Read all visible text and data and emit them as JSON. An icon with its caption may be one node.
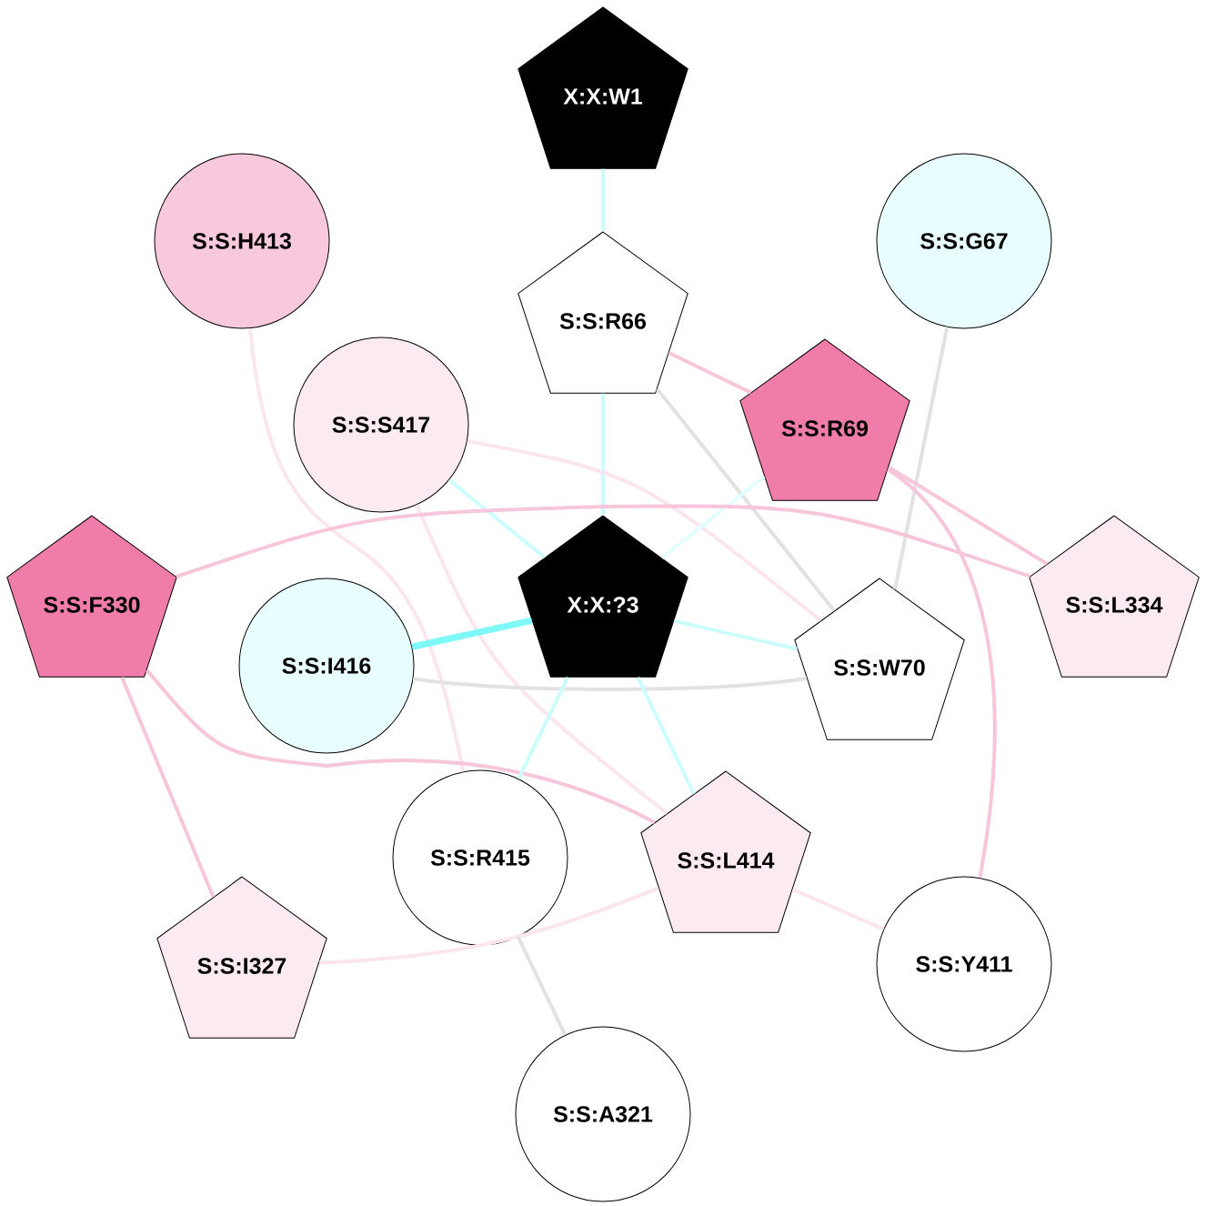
{
  "diagram": {
    "nodes": [
      {
        "text": [
          "X:X:W1"
        ]
      },
      {
        "text": [
          "S:S:H413"
        ]
      },
      {
        "text": [
          "S:S:R66"
        ]
      },
      {
        "text": [
          "S:S:G67"
        ]
      },
      {
        "text": [
          "S:S:S417"
        ]
      },
      {
        "text": [
          "S:S:R69"
        ]
      },
      {
        "text": [
          "S:S:F330"
        ]
      },
      {
        "text": [
          "X:X:?3"
        ]
      },
      {
        "text": [
          "S:S:L334"
        ]
      },
      {
        "text": [
          "S:S:I416"
        ]
      },
      {
        "text": [
          "S:S:W70"
        ]
      },
      {
        "text": [
          "S:S:R415"
        ]
      },
      {
        "text": [
          "S:S:L414"
        ]
      },
      {
        "text": [
          "S:S:I327"
        ]
      },
      {
        "text": [
          "S:S:Y411"
        ]
      },
      {
        "text": [
          "S:S:A321"
        ]
      }
    ],
    "edges": [
      {
        "from": 0,
        "to": 2,
        "arrow": "none",
        "color": "#ccfdfd"
      },
      {
        "from": 2,
        "to": 7,
        "arrow": "none",
        "color": "#ccfdfd"
      },
      {
        "from": 2,
        "to": 5,
        "arrow": "none",
        "color": "#f7c6db"
      },
      {
        "from": 2,
        "to": 10,
        "arrow": "none",
        "color": "#e2e2e2"
      },
      {
        "from": 3,
        "to": 10,
        "arrow": "none",
        "color": "#e2e2e2"
      },
      {
        "from": 1,
        "to": 11,
        "arrow": "none",
        "color": "#fbe5ee"
      },
      {
        "from": 4,
        "to": 7,
        "arrow": "none",
        "color": "#ccfdfd"
      },
      {
        "from": 4,
        "to": 10,
        "arrow": "none",
        "color": "#fbe5ee"
      },
      {
        "from": 4,
        "to": 12,
        "arrow": "none",
        "color": "#fbe5ee"
      },
      {
        "from": 5,
        "to": 7,
        "arrow": "none",
        "color": "#e3fefe"
      },
      {
        "from": 5,
        "to": 8,
        "arrow": "none",
        "color": "#f7c6db"
      },
      {
        "from": 5,
        "to": 14,
        "arrow": "none",
        "color": "#f7c6db"
      },
      {
        "from": 6,
        "to": 8,
        "arrow": "none",
        "color": "#f7c6db"
      },
      {
        "from": 6,
        "to": 12,
        "arrow": "none",
        "color": "#f7c6db"
      },
      {
        "from": 6,
        "to": 13,
        "arrow": "none",
        "color": "#f7c6db"
      },
      {
        "from": 7,
        "to": 9,
        "arrow": "none",
        "style": "thick",
        "color": "#7ff8f8"
      },
      {
        "from": 7,
        "to": 10,
        "arrow": "none",
        "color": "#ccfdfd"
      },
      {
        "from": 9,
        "to": 10,
        "arrow": "none",
        "color": "#e2e2e2"
      },
      {
        "from": 7,
        "to": 11,
        "arrow": "none",
        "color": "#ccfdfd"
      },
      {
        "from": 7,
        "to": 12,
        "arrow": "none",
        "color": "#ccfdfd"
      },
      {
        "from": 12,
        "to": 13,
        "arrow": "none",
        "color": "#fbe5ee"
      },
      {
        "from": 12,
        "to": 14,
        "arrow": "none",
        "color": "#fbe5ee"
      },
      {
        "from": 11,
        "to": 15,
        "arrow": "none",
        "color": "#e2e2e2"
      }
    ]
  }
}
